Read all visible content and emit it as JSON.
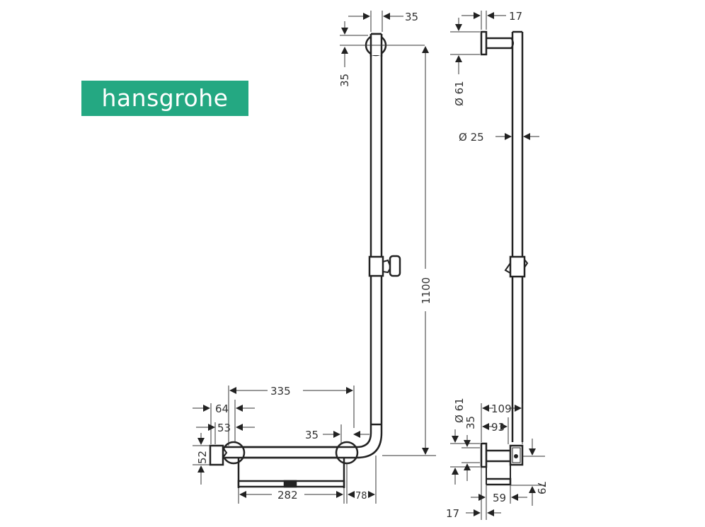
{
  "brand": {
    "name": "hansgrohe",
    "color": "#24a882"
  },
  "front_view": {
    "dims": {
      "top_width": "35",
      "top_offset": "35",
      "height": "1100",
      "horizontal_span": "335",
      "wall_plate_width": "64",
      "wall_plate_inner": "53",
      "wall_plate_height": "52",
      "rosette_offset": "35",
      "shelf_width": "282",
      "corner_offset": "78"
    }
  },
  "side_view": {
    "dims": {
      "top_rosette_depth": "17",
      "top_rosette_dia": "Ø 61",
      "bar_dia": "Ø 25",
      "bottom_rosette_dia": "Ø 61",
      "bottom_offset": "35",
      "total_depth": "109",
      "inner_depth": "93",
      "holder_height": "79",
      "shelf_depth": "59",
      "rosette_depth": "17"
    }
  }
}
